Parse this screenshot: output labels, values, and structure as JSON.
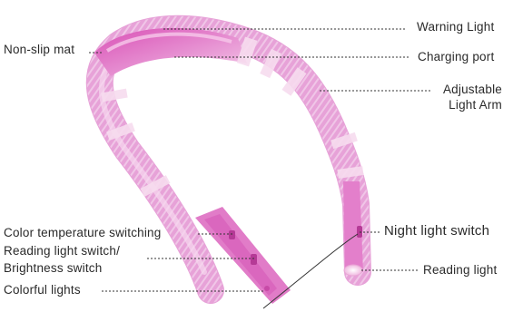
{
  "labels": {
    "warning_light": "Warning Light",
    "non_slip_mat": "Non-slip mat",
    "charging_port": "Charging port",
    "adjustable_arm_line1": "Adjustable",
    "adjustable_arm_line2": "Light Arm",
    "color_temp_switch": "Color temperature switching",
    "reading_switch_line1": "Reading light switch/",
    "reading_switch_line2": "Brightness switch",
    "colorful_lights": "Colorful lights",
    "night_light_switch": "Night light switch",
    "reading_light": "Reading light"
  },
  "colors": {
    "body_pink": "#e88bd0",
    "magenta": "#d84cb0",
    "stripe_light": "#f6d8ee",
    "leader_line": "#333333"
  }
}
